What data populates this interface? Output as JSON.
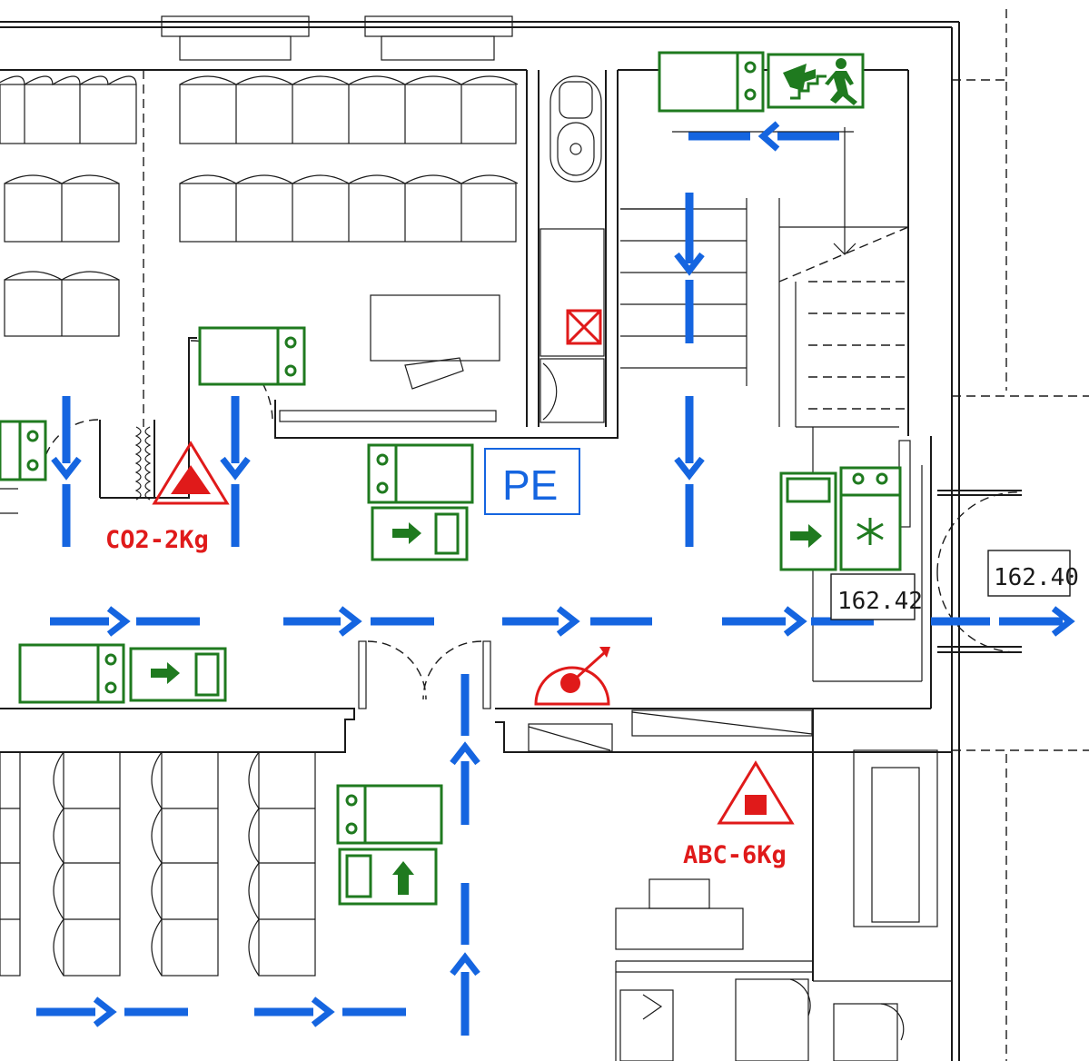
{
  "plan": {
    "title": "Evacuation and fire safety floor plan",
    "extinguishers": [
      {
        "label": "CO2-2Kg"
      },
      {
        "label": "ABC-6Kg"
      }
    ],
    "pe_label": "PE",
    "elevations": [
      {
        "label": "162.42"
      },
      {
        "label": "162.40"
      }
    ],
    "colors": {
      "walls": "#1a1a1a",
      "emergency_signs": "#1f7a1f",
      "evacuation_route": "#1565e0",
      "fire_equipment": "#e01a1a"
    },
    "icons": [
      "emergency-exit-stairs-icon",
      "emergency-light-icon",
      "direction-arrow-icon",
      "fire-extinguisher-icon",
      "fire-alarm-icon",
      "manual-call-point-icon",
      "alarm-bell-icon"
    ]
  }
}
